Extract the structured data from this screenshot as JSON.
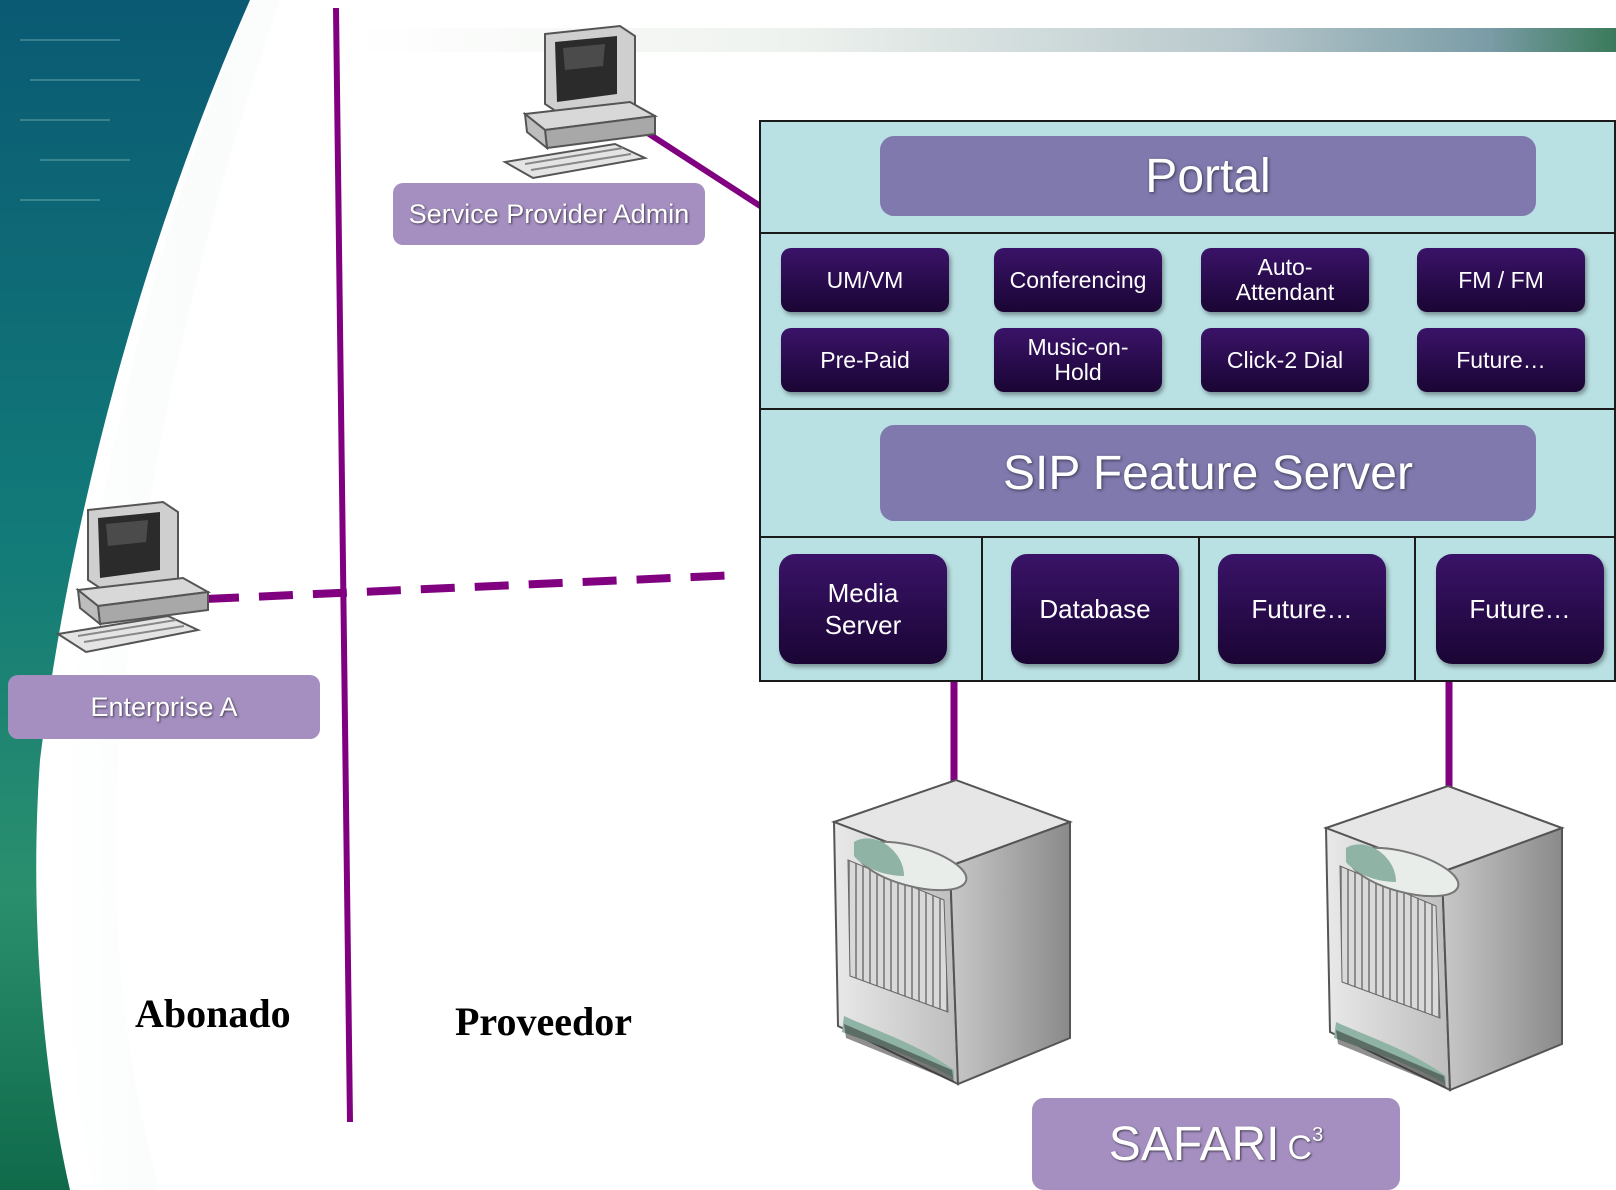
{
  "colors": {
    "accent": "#800080",
    "panel": "#b9e0e3",
    "bar": "#7f79ad",
    "label": "#a48fc0",
    "module": "#2a0b50"
  },
  "icons": [
    "computer-icon",
    "server-cabinet-icon"
  ],
  "labels": {
    "service_provider_admin": "Service Provider Admin",
    "enterprise": "Enterprise A",
    "abonado": "Abonado",
    "proveedor": "Proveedor"
  },
  "stack": {
    "portal": "Portal",
    "services": [
      "UM/VM",
      "Conferencing",
      "Auto-\nAttendant",
      "FM / FM",
      "Pre-Paid",
      "Music-on-\nHold",
      "Click-2 Dial",
      "Future…"
    ],
    "sip_feature_server": "SIP Feature Server",
    "modules": [
      "Media\nServer",
      "Database",
      "Future…",
      "Future…"
    ]
  },
  "product": {
    "name": "SAFARI",
    "suffix": "C",
    "superscript": "3"
  }
}
